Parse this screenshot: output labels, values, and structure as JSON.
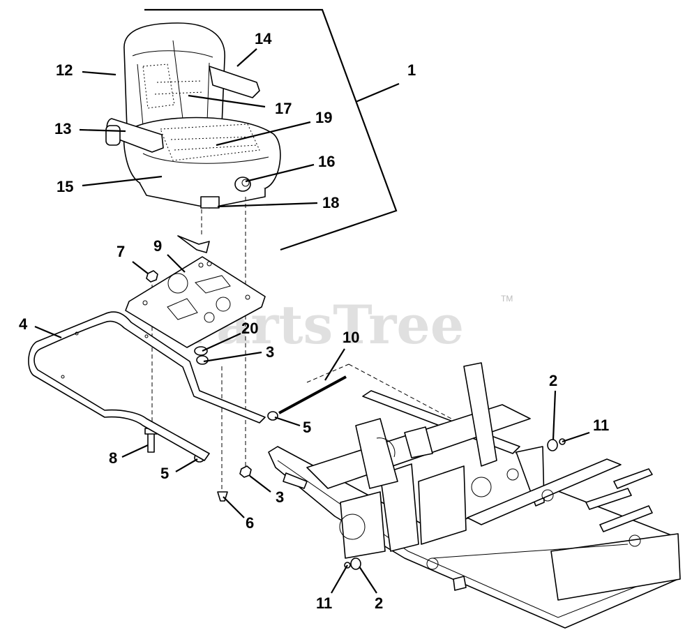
{
  "watermark": {
    "text": "PartsTree",
    "trademark": "TM"
  },
  "callouts": [
    {
      "id": "c1",
      "label": "1"
    },
    {
      "id": "c2a",
      "label": "2"
    },
    {
      "id": "c2b",
      "label": "2"
    },
    {
      "id": "c3a",
      "label": "3"
    },
    {
      "id": "c3b",
      "label": "3"
    },
    {
      "id": "c4",
      "label": "4"
    },
    {
      "id": "c5a",
      "label": "5"
    },
    {
      "id": "c5b",
      "label": "5"
    },
    {
      "id": "c6",
      "label": "6"
    },
    {
      "id": "c7",
      "label": "7"
    },
    {
      "id": "c8",
      "label": "8"
    },
    {
      "id": "c9",
      "label": "9"
    },
    {
      "id": "c10",
      "label": "10"
    },
    {
      "id": "c11a",
      "label": "11"
    },
    {
      "id": "c11b",
      "label": "11"
    },
    {
      "id": "c12",
      "label": "12"
    },
    {
      "id": "c13",
      "label": "13"
    },
    {
      "id": "c14",
      "label": "14"
    },
    {
      "id": "c15",
      "label": "15"
    },
    {
      "id": "c16",
      "label": "16"
    },
    {
      "id": "c17",
      "label": "17"
    },
    {
      "id": "c18",
      "label": "18"
    },
    {
      "id": "c19",
      "label": "19"
    },
    {
      "id": "c20",
      "label": "20"
    }
  ]
}
